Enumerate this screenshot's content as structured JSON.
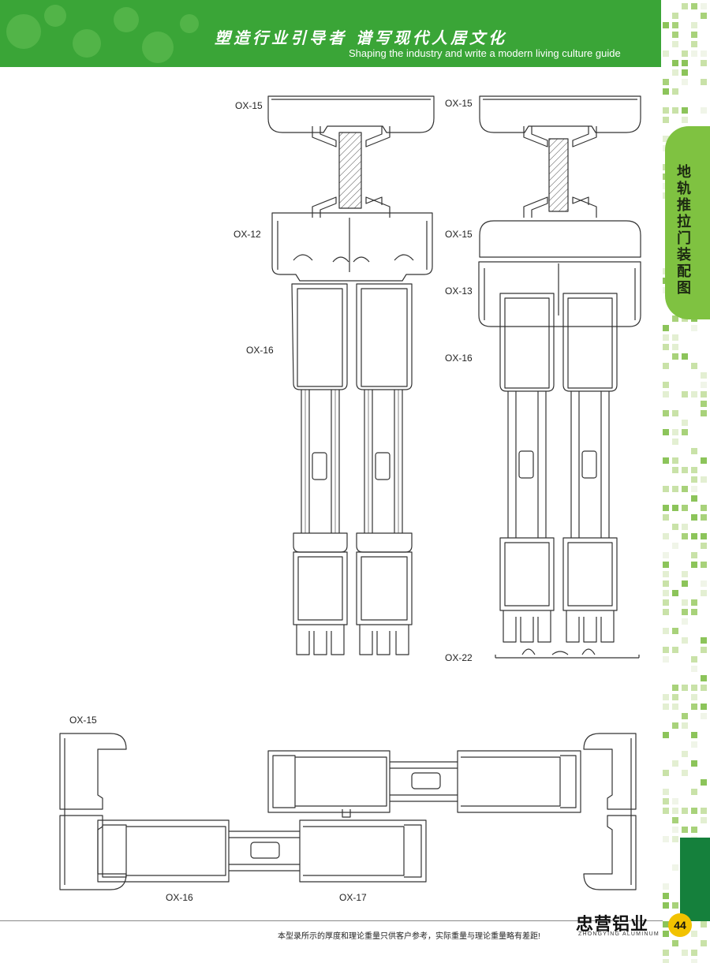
{
  "header": {
    "slogan_cn": "塑造行业引导者 谱写现代人居文化",
    "slogan_en": "Shaping the industry and write a modern living culture guide"
  },
  "side_tab": {
    "title": "地轨推拉门装配图"
  },
  "labels": {
    "l1": "OX-15",
    "l2": "OX-15",
    "l3": "OX-12",
    "l4": "OX-15",
    "l5": "OX-13",
    "l6": "OX-16",
    "l7": "OX-16",
    "l8": "OX-22",
    "l9": "OX-15",
    "l10": "OX-16",
    "l11": "OX-17"
  },
  "footer": {
    "brand_cn": "忠营铝业",
    "brand_en": "ZHONGYING ALUMINUM",
    "disclaimer": "本型录所示的厚度和理论重量只供客户参考，实际重量与理论重量略有差距!",
    "page_number": "44"
  },
  "colors": {
    "header_green": "#3aa537",
    "tab_green": "#7fc241",
    "dark_green": "#15803c",
    "page_badge": "#f2c200"
  }
}
